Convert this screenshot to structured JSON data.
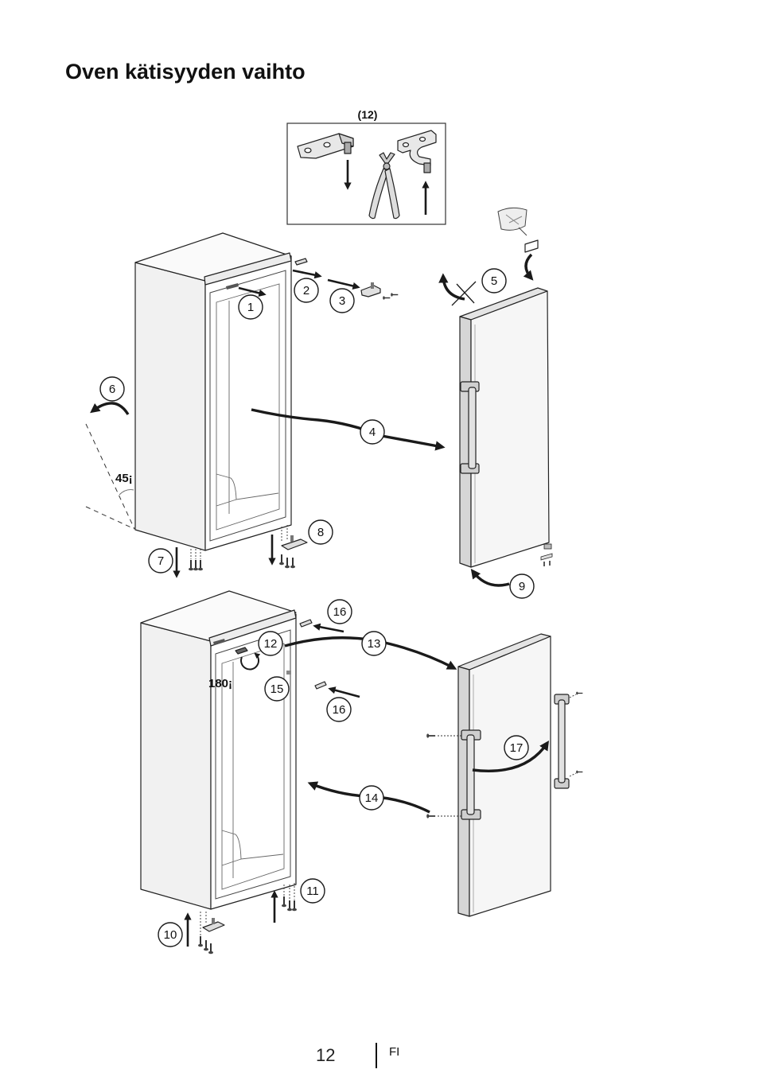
{
  "page": {
    "title": "Oven kätisyyden vaihto",
    "page_number": "12",
    "language": "FI"
  },
  "diagram": {
    "inset": {
      "label": "(12)"
    },
    "top_assembly": {
      "steps": [
        "1",
        "2",
        "3",
        "4",
        "5",
        "6",
        "7",
        "8",
        "9"
      ],
      "tilt_angle": "45¡"
    },
    "bottom_assembly": {
      "steps": [
        "10",
        "11",
        "12",
        "13",
        "14",
        "15",
        "16",
        "16",
        "17"
      ],
      "rotate_angle": "180¡"
    }
  }
}
